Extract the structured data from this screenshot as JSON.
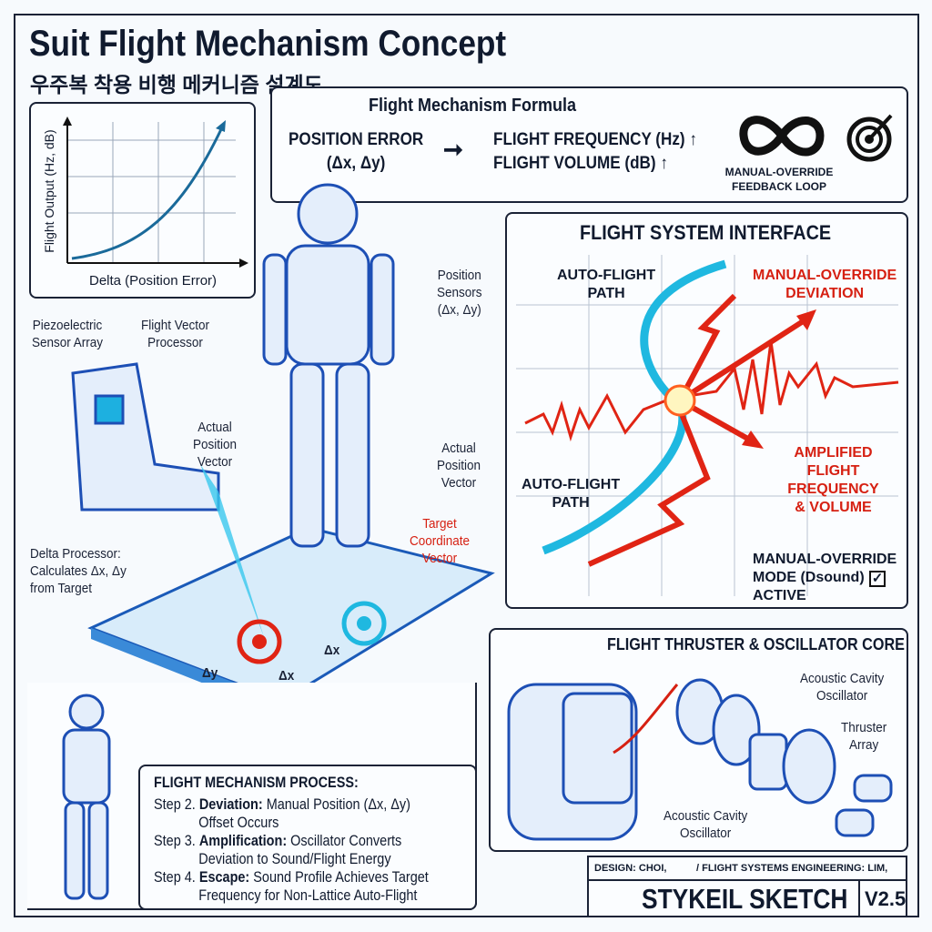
{
  "title": "Suit Flight Mechanism Concept",
  "subtitle_ko": "우주복 착용 비행 메커니즘 설계도",
  "graph": {
    "ylabel": "Flight Output (Hz, dB)",
    "xlabel": "Delta (Position Error)"
  },
  "formula": {
    "heading": "Flight Mechanism Formula",
    "input_line1": "POSITION ERROR",
    "input_line2": "(Δx, Δy)",
    "output1": "FLIGHT FREQUENCY (Hz) ↑",
    "output2": "FLIGHT VOLUME (dB) ↑",
    "loop_label1": "MANUAL-OVERRIDE",
    "loop_label2": "FEEDBACK LOOP",
    "icons": [
      "infinity-loop-icon",
      "target-icon"
    ]
  },
  "illustration": {
    "piezo1": "Piezoelectric",
    "piezo2": "Sensor Array",
    "fvp1": "Flight Vector",
    "fvp2": "Processor",
    "apv_left": [
      "Actual",
      "Position",
      "Vector"
    ],
    "sensors": [
      "Position",
      "Sensors",
      "(Δx, Δy)"
    ],
    "apv_right": [
      "Actual",
      "Position",
      "Vector"
    ],
    "target": [
      "Target",
      "Coordinate",
      "Vector"
    ],
    "delta": [
      "Delta Processor:",
      "Calculates Δx, Δy",
      "from Target"
    ],
    "dx1": "Δx",
    "dy": "Δy",
    "dx2": "Δx"
  },
  "interface": {
    "title": "FLIGHT SYSTEM INTERFACE",
    "auto_top": [
      "AUTO-FLIGHT",
      "PATH"
    ],
    "manual_dev": [
      "MANUAL-OVERRIDE",
      "DEVIATION"
    ],
    "amplified": [
      "AMPLIFIED",
      "FLIGHT FREQUENCY",
      "& VOLUME"
    ],
    "auto_bottom": [
      "AUTO-FLIGHT",
      "PATH"
    ],
    "mode": [
      "MANUAL-OVERRIDE",
      "MODE (Dsound)",
      "ACTIVE"
    ],
    "mode_checked": true,
    "colors": {
      "auto": "#1fb8e0",
      "manual": "#e02414"
    }
  },
  "thruster": {
    "title": "FLIGHT THRUSTER & OSCILLATOR CORE",
    "aco_top": [
      "Acoustic Cavity",
      "Oscillator"
    ],
    "array": [
      "Thruster",
      "Array"
    ],
    "aco_bottom": [
      "Acoustic Cavity",
      "Oscillator"
    ]
  },
  "process": {
    "heading": "FLIGHT MECHANISM PROCESS:",
    "steps": [
      {
        "num": "Step 2.",
        "name": "Deviation:",
        "l1": "Manual Position (Δx, Δy)",
        "l2": "Offset Occurs"
      },
      {
        "num": "Step 3.",
        "name": "Amplification:",
        "l1": "Oscillator Converts",
        "l2": "Deviation to Sound/Flight Energy"
      },
      {
        "num": "Step 4.",
        "name": "Escape:",
        "l1": "Sound Profile Achieves Target",
        "l2": "Frequency for Non-Lattice Auto-Flight"
      }
    ]
  },
  "credits": {
    "design": "DESIGN: CHOI,",
    "eng": "/ FLIGHT SYSTEMS ENGINEERING: LIM,",
    "brand": "STYKEIL SKETCH",
    "version": "V2.5"
  }
}
